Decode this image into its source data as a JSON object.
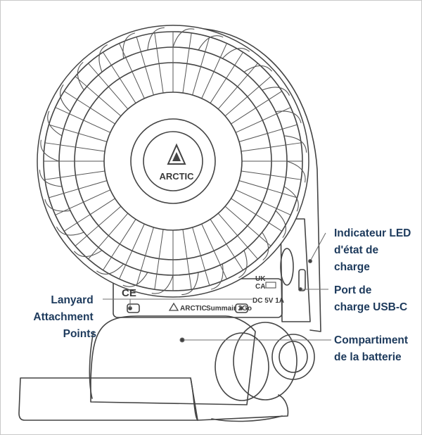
{
  "diagram": {
    "product": "ARCTIC Summair 2Go fan",
    "colors": {
      "label": "#1d3a5c",
      "line": "#444444",
      "leader": "#6f6f6f",
      "background": "#ffffff"
    },
    "markings": {
      "hub_brand": "ARCTIC",
      "base_brand": "ARCTIC",
      "model": "Summair 2Go",
      "ce": "CE",
      "ukca_top": "UK",
      "ukca_bottom": "CA",
      "power": "DC 5V 1A"
    },
    "callouts": [
      {
        "id": "led",
        "lines": [
          "Indicateur LED",
          "d'état de",
          "charge"
        ]
      },
      {
        "id": "usb",
        "lines": [
          "Port de",
          "charge USB-C"
        ]
      },
      {
        "id": "battery",
        "lines": [
          "Compartiment",
          "de la batterie"
        ]
      },
      {
        "id": "lanyard",
        "lines": [
          "Lanyard",
          "Attachment",
          "Points"
        ]
      }
    ]
  }
}
